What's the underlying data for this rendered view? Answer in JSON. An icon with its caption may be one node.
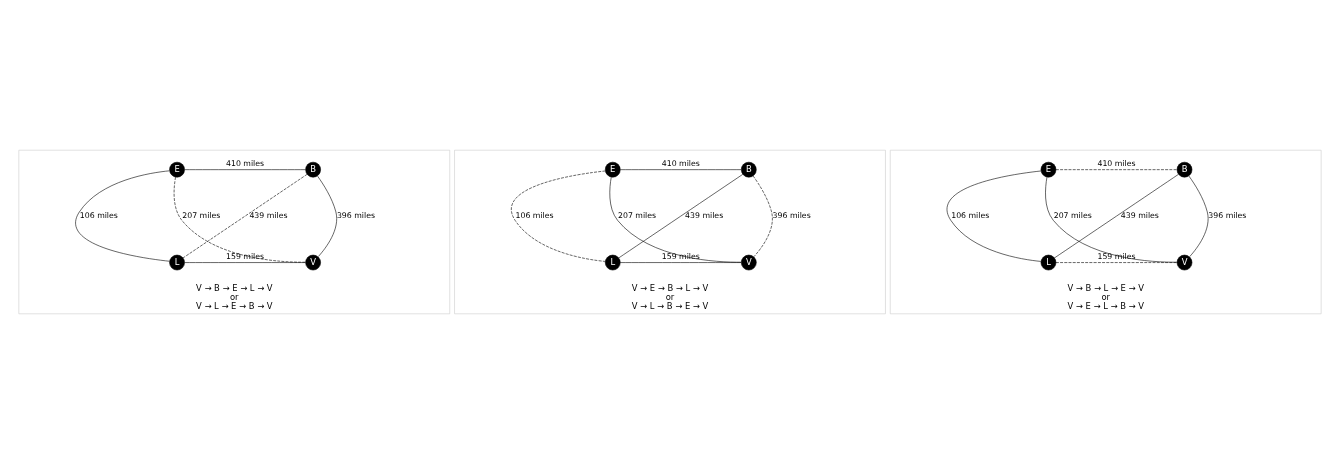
{
  "diagram": {
    "nodes": [
      {
        "text": [
          "V → B → E → L → V",
          "or",
          "V → L → E → B → V"
        ]
      },
      {
        "text": [
          "E"
        ],
        "in": 0
      },
      {
        "text": [
          "B"
        ],
        "in": 0
      },
      {
        "text": [
          "L"
        ],
        "in": 0
      },
      {
        "text": [
          "V"
        ],
        "in": 0
      },
      {
        "text": [
          "V → E → B → L → V",
          "or",
          "V → L → B → E → V"
        ]
      },
      {
        "text": [
          "E"
        ],
        "in": 5
      },
      {
        "text": [
          "B"
        ],
        "in": 5
      },
      {
        "text": [
          "L"
        ],
        "in": 5
      },
      {
        "text": [
          "V"
        ],
        "in": 5
      },
      {
        "text": [
          "V → B → L → E → V",
          "or",
          "V → E → L → B → V"
        ]
      },
      {
        "text": [
          "E"
        ],
        "in": 10
      },
      {
        "text": [
          "B"
        ],
        "in": 10
      },
      {
        "text": [
          "L"
        ],
        "in": 10
      },
      {
        "text": [
          "V"
        ],
        "in": 10
      }
    ],
    "edges": [
      {
        "from": 1,
        "to": 2,
        "arrow": "none",
        "label": "410 miles"
      },
      {
        "from": 1,
        "to": 3,
        "arrow": "none",
        "label": "106 miles"
      },
      {
        "from": 2,
        "to": 4,
        "arrow": "none",
        "label": "396 miles"
      },
      {
        "from": 3,
        "to": 4,
        "arrow": "none",
        "label": "159 miles"
      },
      {
        "from": 1,
        "to": 4,
        "arrow": "none",
        "label": "207 miles",
        "style": "dashed"
      },
      {
        "from": 2,
        "to": 3,
        "arrow": "none",
        "label": "439 miles",
        "style": "dashed"
      },
      {
        "from": 6,
        "to": 7,
        "arrow": "none",
        "label": "410 miles"
      },
      {
        "from": 6,
        "to": 8,
        "arrow": "none",
        "label": "106 miles",
        "style": "dashed"
      },
      {
        "from": 7,
        "to": 9,
        "arrow": "none",
        "label": "396 miles",
        "style": "dashed"
      },
      {
        "from": 8,
        "to": 9,
        "arrow": "none",
        "label": "159 miles"
      },
      {
        "from": 6,
        "to": 9,
        "arrow": "none",
        "label": "207 miles"
      },
      {
        "from": 7,
        "to": 8,
        "arrow": "none",
        "label": "439 miles"
      },
      {
        "from": 11,
        "to": 12,
        "arrow": "none",
        "label": "410 miles",
        "style": "dashed"
      },
      {
        "from": 11,
        "to": 13,
        "arrow": "none",
        "label": "106 miles"
      },
      {
        "from": 12,
        "to": 14,
        "arrow": "none",
        "label": "396 miles"
      },
      {
        "from": 13,
        "to": 14,
        "arrow": "none",
        "label": "159 miles",
        "style": "dashed"
      },
      {
        "from": 11,
        "to": 14,
        "arrow": "none",
        "label": "207 miles"
      },
      {
        "from": 12,
        "to": 13,
        "arrow": "none",
        "label": "439 miles"
      }
    ]
  }
}
